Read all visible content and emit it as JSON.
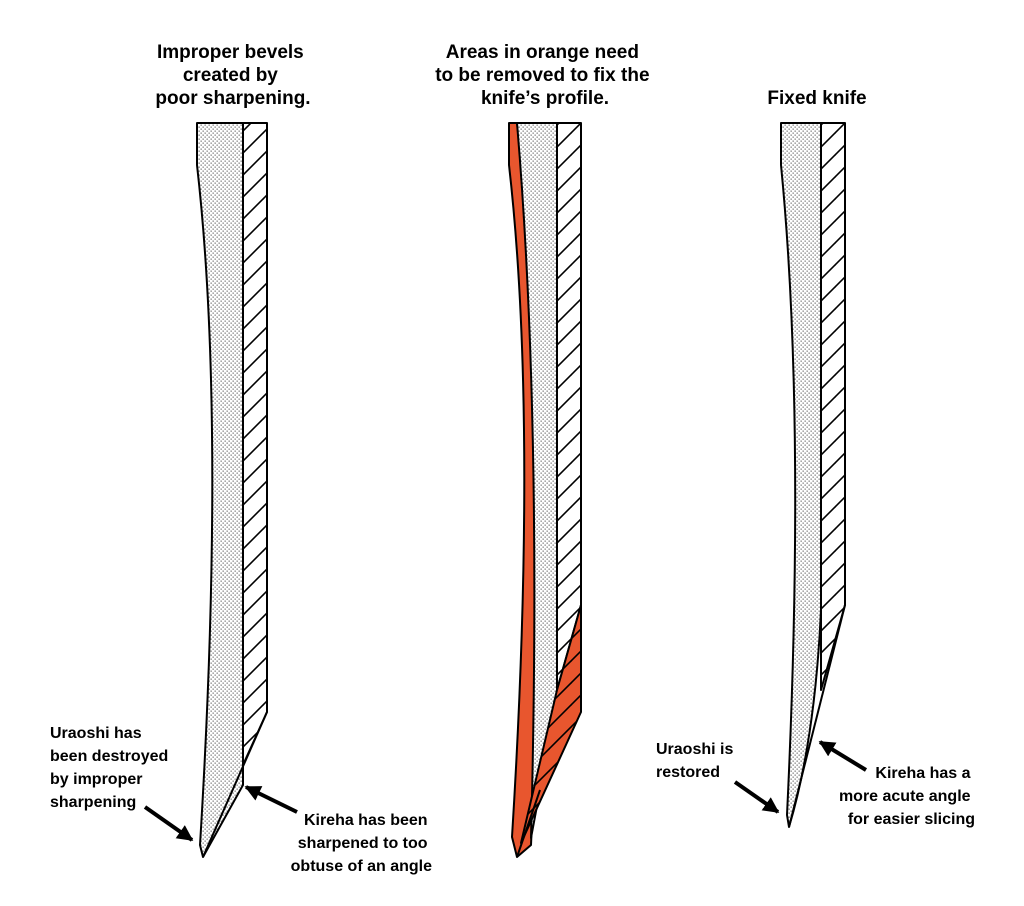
{
  "colors": {
    "outline": "#000000",
    "stipple": "#9a9a9a",
    "removal": "#e8562e",
    "background": "#ffffff"
  },
  "panels": [
    {
      "title_lines": [
        "Improper bevels",
        "created by",
        "poor sharpening."
      ],
      "notes": [
        {
          "lines": [
            "Uraoshi has",
            "been destroyed",
            "by improper",
            "sharpening"
          ]
        },
        {
          "lines": [
            "Kireha has been",
            "sharpened to too",
            "obtuse of an angle"
          ]
        }
      ]
    },
    {
      "title_lines": [
        "Areas in orange need",
        "to be removed to fix the",
        "knife’s profile."
      ],
      "notes": []
    },
    {
      "title_lines": [
        "Fixed knife"
      ],
      "notes": [
        {
          "lines": [
            "Uraoshi is",
            "restored"
          ]
        },
        {
          "lines": [
            "Kireha has a",
            "more acute angle",
            "for easier slicing"
          ]
        }
      ]
    }
  ]
}
